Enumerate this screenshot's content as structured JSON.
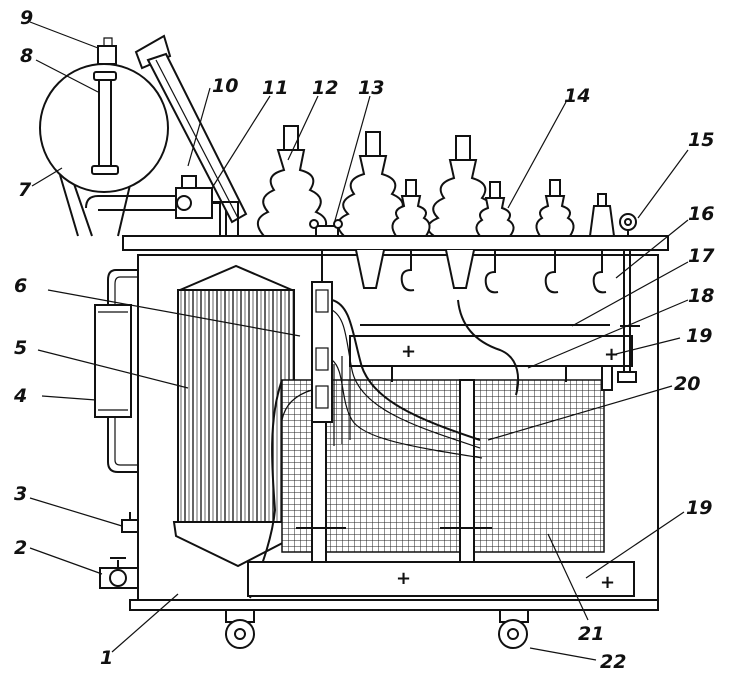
{
  "callouts": [
    {
      "id": "1",
      "label": "1"
    },
    {
      "id": "2",
      "label": "2"
    },
    {
      "id": "3",
      "label": "3"
    },
    {
      "id": "4",
      "label": "4"
    },
    {
      "id": "5",
      "label": "5"
    },
    {
      "id": "6",
      "label": "6"
    },
    {
      "id": "7",
      "label": "7"
    },
    {
      "id": "8",
      "label": "8"
    },
    {
      "id": "9",
      "label": "9"
    },
    {
      "id": "10",
      "label": "10"
    },
    {
      "id": "11",
      "label": "11"
    },
    {
      "id": "12",
      "label": "12"
    },
    {
      "id": "13",
      "label": "13"
    },
    {
      "id": "14",
      "label": "14"
    },
    {
      "id": "15",
      "label": "15"
    },
    {
      "id": "16",
      "label": "16"
    },
    {
      "id": "17",
      "label": "17"
    },
    {
      "id": "18",
      "label": "18"
    },
    {
      "id": "19a",
      "label": "19"
    },
    {
      "id": "19b",
      "label": "19"
    },
    {
      "id": "20",
      "label": "20"
    },
    {
      "id": "21",
      "label": "21"
    },
    {
      "id": "22",
      "label": "22"
    }
  ],
  "marks": {
    "plus": "+"
  }
}
